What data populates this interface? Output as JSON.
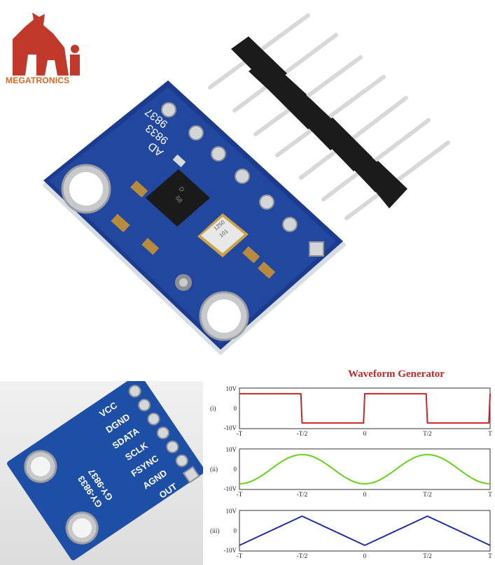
{
  "brand": {
    "name": "MEGATRONICS",
    "accent": "#e4641b"
  },
  "board_top": {
    "chip_labels": [
      "AD",
      "9833",
      "9837"
    ],
    "chip_marks": [
      "D",
      "68"
    ],
    "crystal_marks": [
      "1250",
      "101"
    ]
  },
  "board_bottom": {
    "pins": [
      "VCC",
      "DGND",
      "SDATA",
      "SCLK",
      "FSYNC",
      "AGND",
      "OUT"
    ],
    "models": [
      "GY-9833",
      "GY-9837"
    ]
  },
  "waveform": {
    "title": "Waveform Generator",
    "title_color": "#c62828",
    "x_ticks": [
      "-T",
      "-T/2",
      "0",
      "T/2",
      "T"
    ],
    "panels": [
      {
        "roman": "(i)",
        "type": "square",
        "color": "#c62828",
        "y_ticks": [
          "10V",
          "0",
          "-10V"
        ]
      },
      {
        "roman": "(ii)",
        "type": "sine",
        "color": "#66d11f",
        "y_ticks": [
          "10V",
          "0",
          "-10V"
        ]
      },
      {
        "roman": "(iii)",
        "type": "triangle",
        "color": "#1f2fa8",
        "y_ticks": [
          "10V",
          "0",
          "-10V"
        ]
      }
    ]
  }
}
